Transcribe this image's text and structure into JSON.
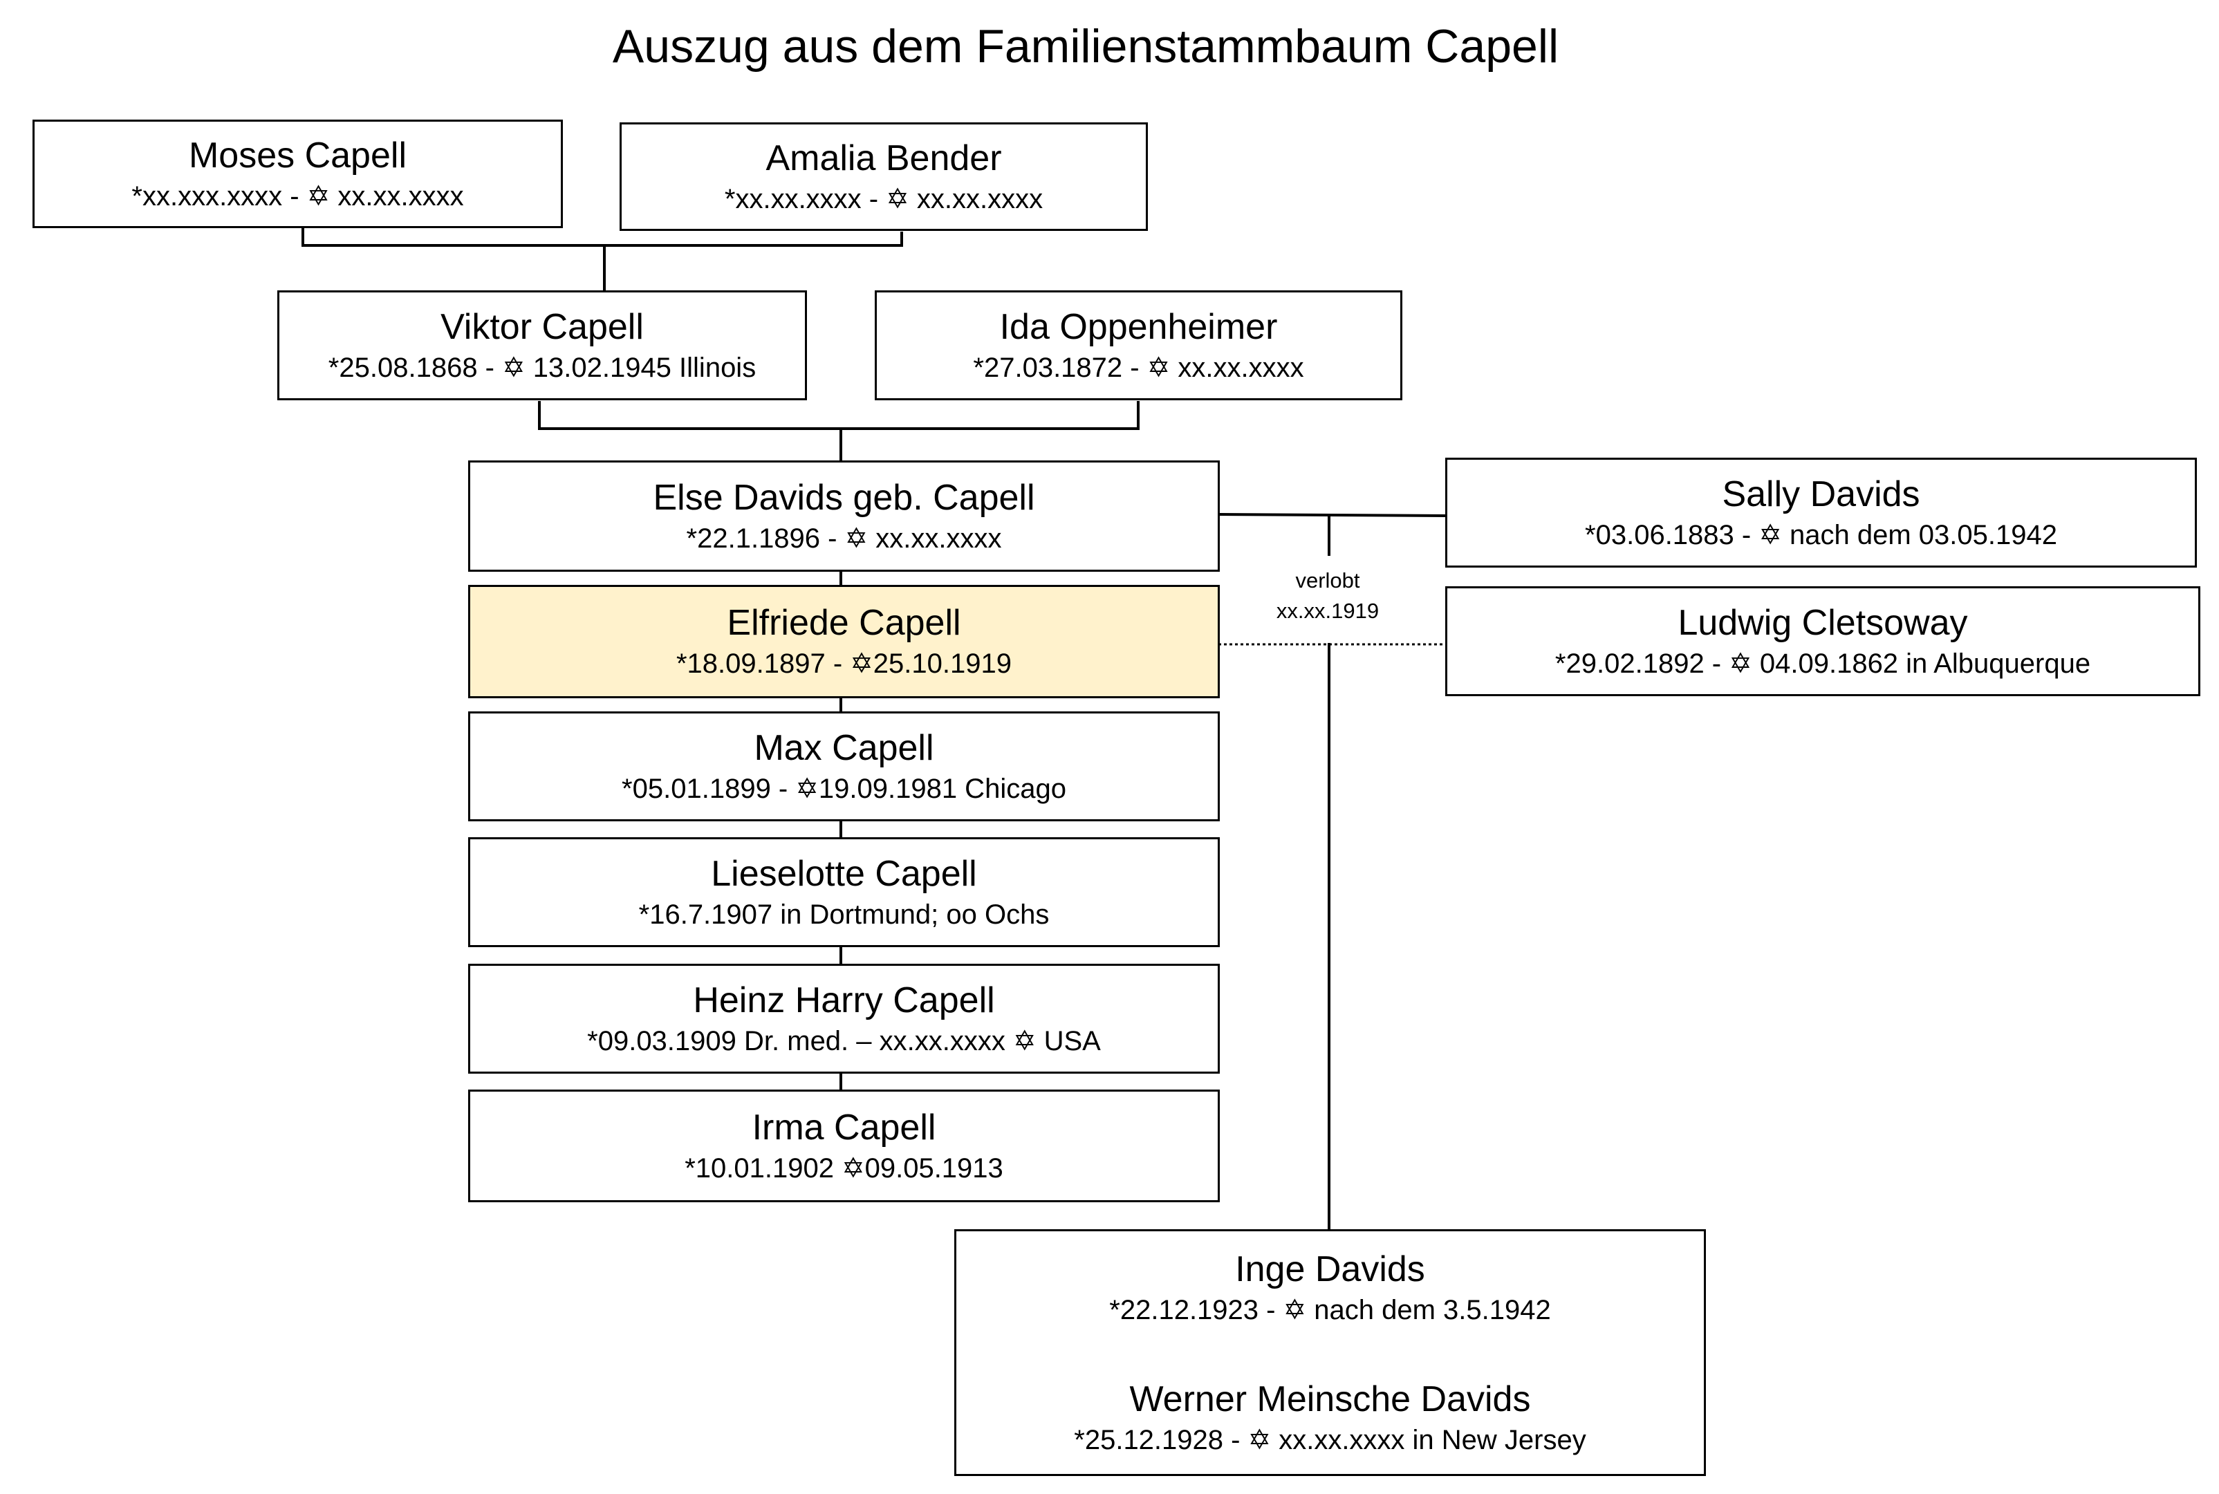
{
  "title": "Auszug aus dem Familienstammbaum Capell",
  "colors": {
    "highlight": "#fff2cc",
    "border": "#000000"
  },
  "star_symbol": "✡",
  "persons": {
    "moses": {
      "name": "Moses Capell",
      "dates": "*xx.xxx.xxxx - ✡ xx.xx.xxxx"
    },
    "amalia": {
      "name": "Amalia Bender",
      "dates": "*xx.xx.xxxx - ✡ xx.xx.xxxx"
    },
    "viktor": {
      "name": "Viktor Capell",
      "dates": "*25.08.1868 - ✡ 13.02.1945 Illinois"
    },
    "ida": {
      "name": "Ida Oppenheimer",
      "dates": "*27.03.1872 - ✡ xx.xx.xxxx"
    },
    "else": {
      "name": "Else Davids geb. Capell",
      "dates": "*22.1.1896 - ✡ xx.xx.xxxx"
    },
    "elfriede": {
      "name": "Elfriede Capell",
      "dates": "*18.09.1897 - ✡25.10.1919"
    },
    "max": {
      "name": "Max Capell",
      "dates": "*05.01.1899 - ✡19.09.1981 Chicago"
    },
    "lieselotte": {
      "name": "Lieselotte Capell",
      "dates": "*16.7.1907 in Dortmund; oo Ochs"
    },
    "heinz": {
      "name": "Heinz Harry Capell",
      "dates": "*09.03.1909 Dr. med. – xx.xx.xxxx ✡ USA"
    },
    "irma": {
      "name": "Irma Capell",
      "dates": "*10.01.1902 ✡09.05.1913"
    },
    "sally": {
      "name": "Sally Davids",
      "dates": "*03.06.1883 - ✡ nach dem 03.05.1942"
    },
    "ludwig": {
      "name": "Ludwig Cletsoway",
      "dates": "*29.02.1892 - ✡ 04.09.1862 in Albuquerque"
    },
    "inge": {
      "name": "Inge Davids",
      "dates": "*22.12.1923 - ✡ nach dem 3.5.1942"
    },
    "werner": {
      "name": "Werner Meinsche Davids",
      "dates": "*25.12.1928 - ✡ xx.xx.xxxx in New Jersey"
    }
  },
  "engagement_note": {
    "line1": "verlobt",
    "line2": "xx.xx.1919"
  }
}
